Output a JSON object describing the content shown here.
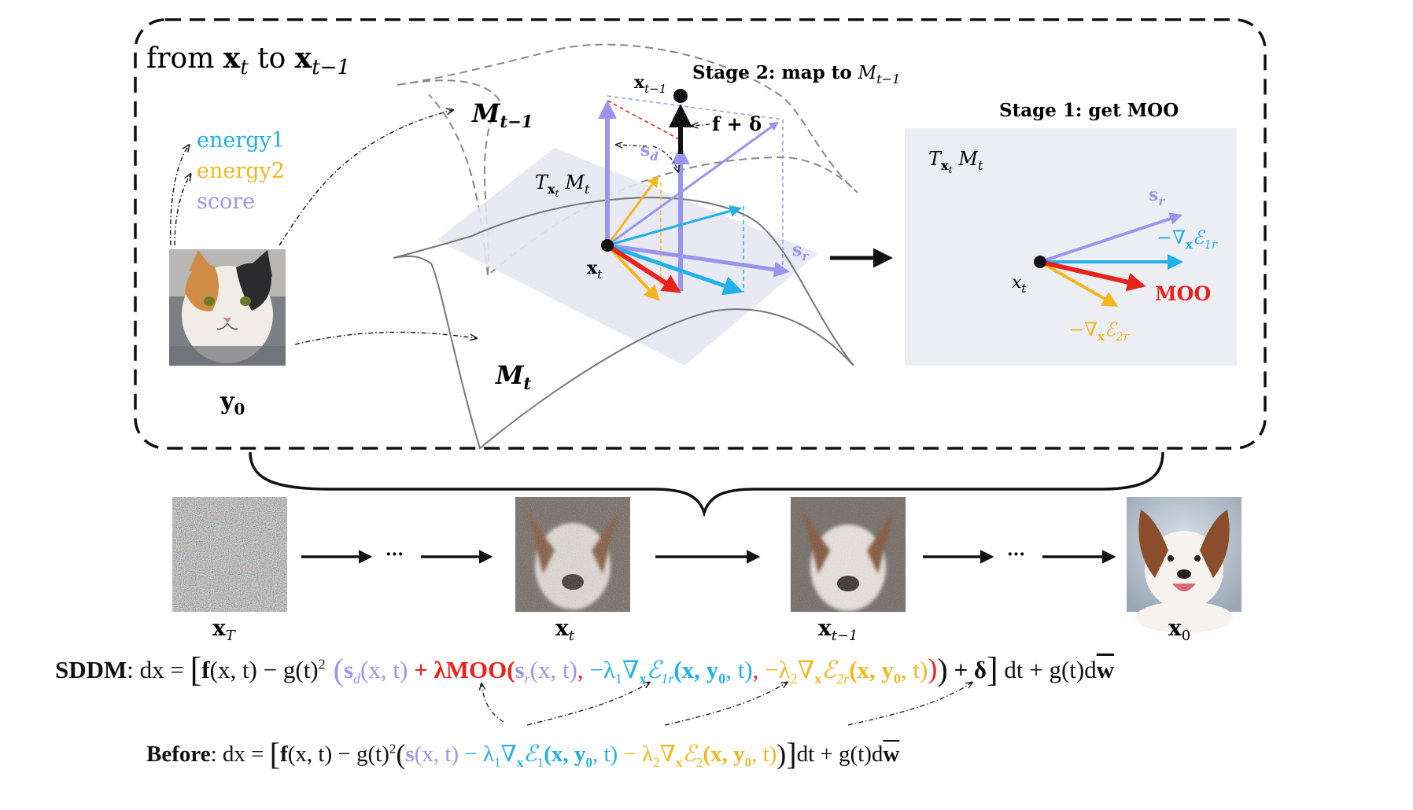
{
  "panel": {
    "title_prefix": "from ",
    "title_x": "x",
    "title_t": "t",
    "title_mid": " to ",
    "title_x2": "x",
    "title_tm1": "t−1"
  },
  "legend": {
    "energy1": "energy1",
    "energy2": "energy2",
    "score": "score"
  },
  "labels": {
    "y0": "y",
    "y0_sub": "0",
    "M_tm1": "M",
    "M_tm1_sub": "t−1",
    "M_t": "M",
    "M_t_sub": "t",
    "tangent": "T",
    "tangent_sub": "x",
    "tangent_subsub": "t",
    "tangent_M": "M",
    "tangent_M_sub": "t",
    "xt": "x",
    "xt_sub": "t",
    "xtm1": "x",
    "xtm1_sub": "t−1",
    "f_delta": "f + δ",
    "sd": "s",
    "sd_sub": "d",
    "sr": "s",
    "sr_sub": "r",
    "stage2": "Stage 2: map to ",
    "stage2_M": "M",
    "stage2_M_sub": "t−1",
    "stage1": "Stage 1: get MOO"
  },
  "stage1_box": {
    "tangent": "T",
    "tangent_sub": "x",
    "tangent_subsub": "t",
    "tangent_M": "M",
    "tangent_M_sub": "t",
    "sr": "s",
    "sr_sub": "r",
    "e1": "−∇",
    "e1_x": "x",
    "e1_E": "ℰ",
    "e1_sub": "1r",
    "moo": "MOO",
    "e2": "−∇",
    "e2_x": "x",
    "e2_E": "ℰ",
    "e2_sub": "2r",
    "xt": "x",
    "xt_sub": "t"
  },
  "chain": {
    "xT": "x",
    "xT_sub": "T",
    "dots1": "···",
    "xt": "x",
    "xt_sub": "t",
    "xtm1": "x",
    "xtm1_sub": "t−1",
    "dots2": "···",
    "x0": "x",
    "x0_sub": "0"
  },
  "sddm_eq": {
    "name": "SDDM",
    "lhs": ": dx = ",
    "open": "[",
    "f": "f",
    "fx": "(x, t) − g(t)",
    "sq": "2",
    "p1": " (",
    "sd": "s",
    "sd_sub": "d",
    "sd_args": "(x, t)",
    "plus_lambda": " + λ",
    "moo": "MOO(",
    "sr": "s",
    "sr_sub": "r",
    "sr_args": "(x, t)",
    "comma1": ", ",
    "e1": "−λ",
    "e1_l": "1",
    "e1_grad": "∇",
    "e1_x": "x",
    "e1_E": "ℰ",
    "e1_sub": "1r",
    "e1_args": "(x, y",
    "e1_y0": "0",
    "e1_end": ", t)",
    "comma2": ", ",
    "e2": "−λ",
    "e2_l": "2",
    "e2_grad": "∇",
    "e2_x": "x",
    "e2_E": "ℰ",
    "e2_sub": "2r",
    "e2_args": "(x, y",
    "e2_y0": "0",
    "e2_end": ", t)",
    "close_moo": ")",
    "close_p1": ")",
    "plus_delta": " + δ",
    "close": "]",
    "tail": " dt + g(t)d",
    "w": "w"
  },
  "before_eq": {
    "name": "Before",
    "lhs": ": dx = ",
    "open": "[",
    "f": "f",
    "fx": "(x, t) − g(t)",
    "sq": "2",
    "p1": "(",
    "s": "s",
    "s_args": "(x, t)",
    "e1": " − λ",
    "e1_l": "1",
    "e1_grad": "∇",
    "e1_x": "x",
    "e1_E": "ℰ",
    "e1_sub": "1",
    "e1_args": "(x, y",
    "e1_y0": "0",
    "e1_end": ", t)",
    "e2": " − λ",
    "e2_l": "2",
    "e2_grad": "∇",
    "e2_x": "x",
    "e2_E": "ℰ",
    "e2_sub": "2",
    "e2_args": "(x, y",
    "e2_y0": "0",
    "e2_end": ", t)",
    "close_p1": ")",
    "close": "]",
    "tail": "dt + g(t)d",
    "w": "w"
  },
  "colors": {
    "score": "#9b94ee",
    "energy1": "#1fb1e8",
    "energy2": "#f2b71d",
    "moo": "#e8231c",
    "tangent_plane": "#e8e9f2",
    "box": "#eceef4"
  },
  "images": {
    "cat": "cat-photo",
    "noise": "pure-noise",
    "noisy_dog_t": "noisy-dog-xt",
    "noisy_dog_tm1": "noisy-dog-xtm1",
    "dog": "clean-dog"
  }
}
